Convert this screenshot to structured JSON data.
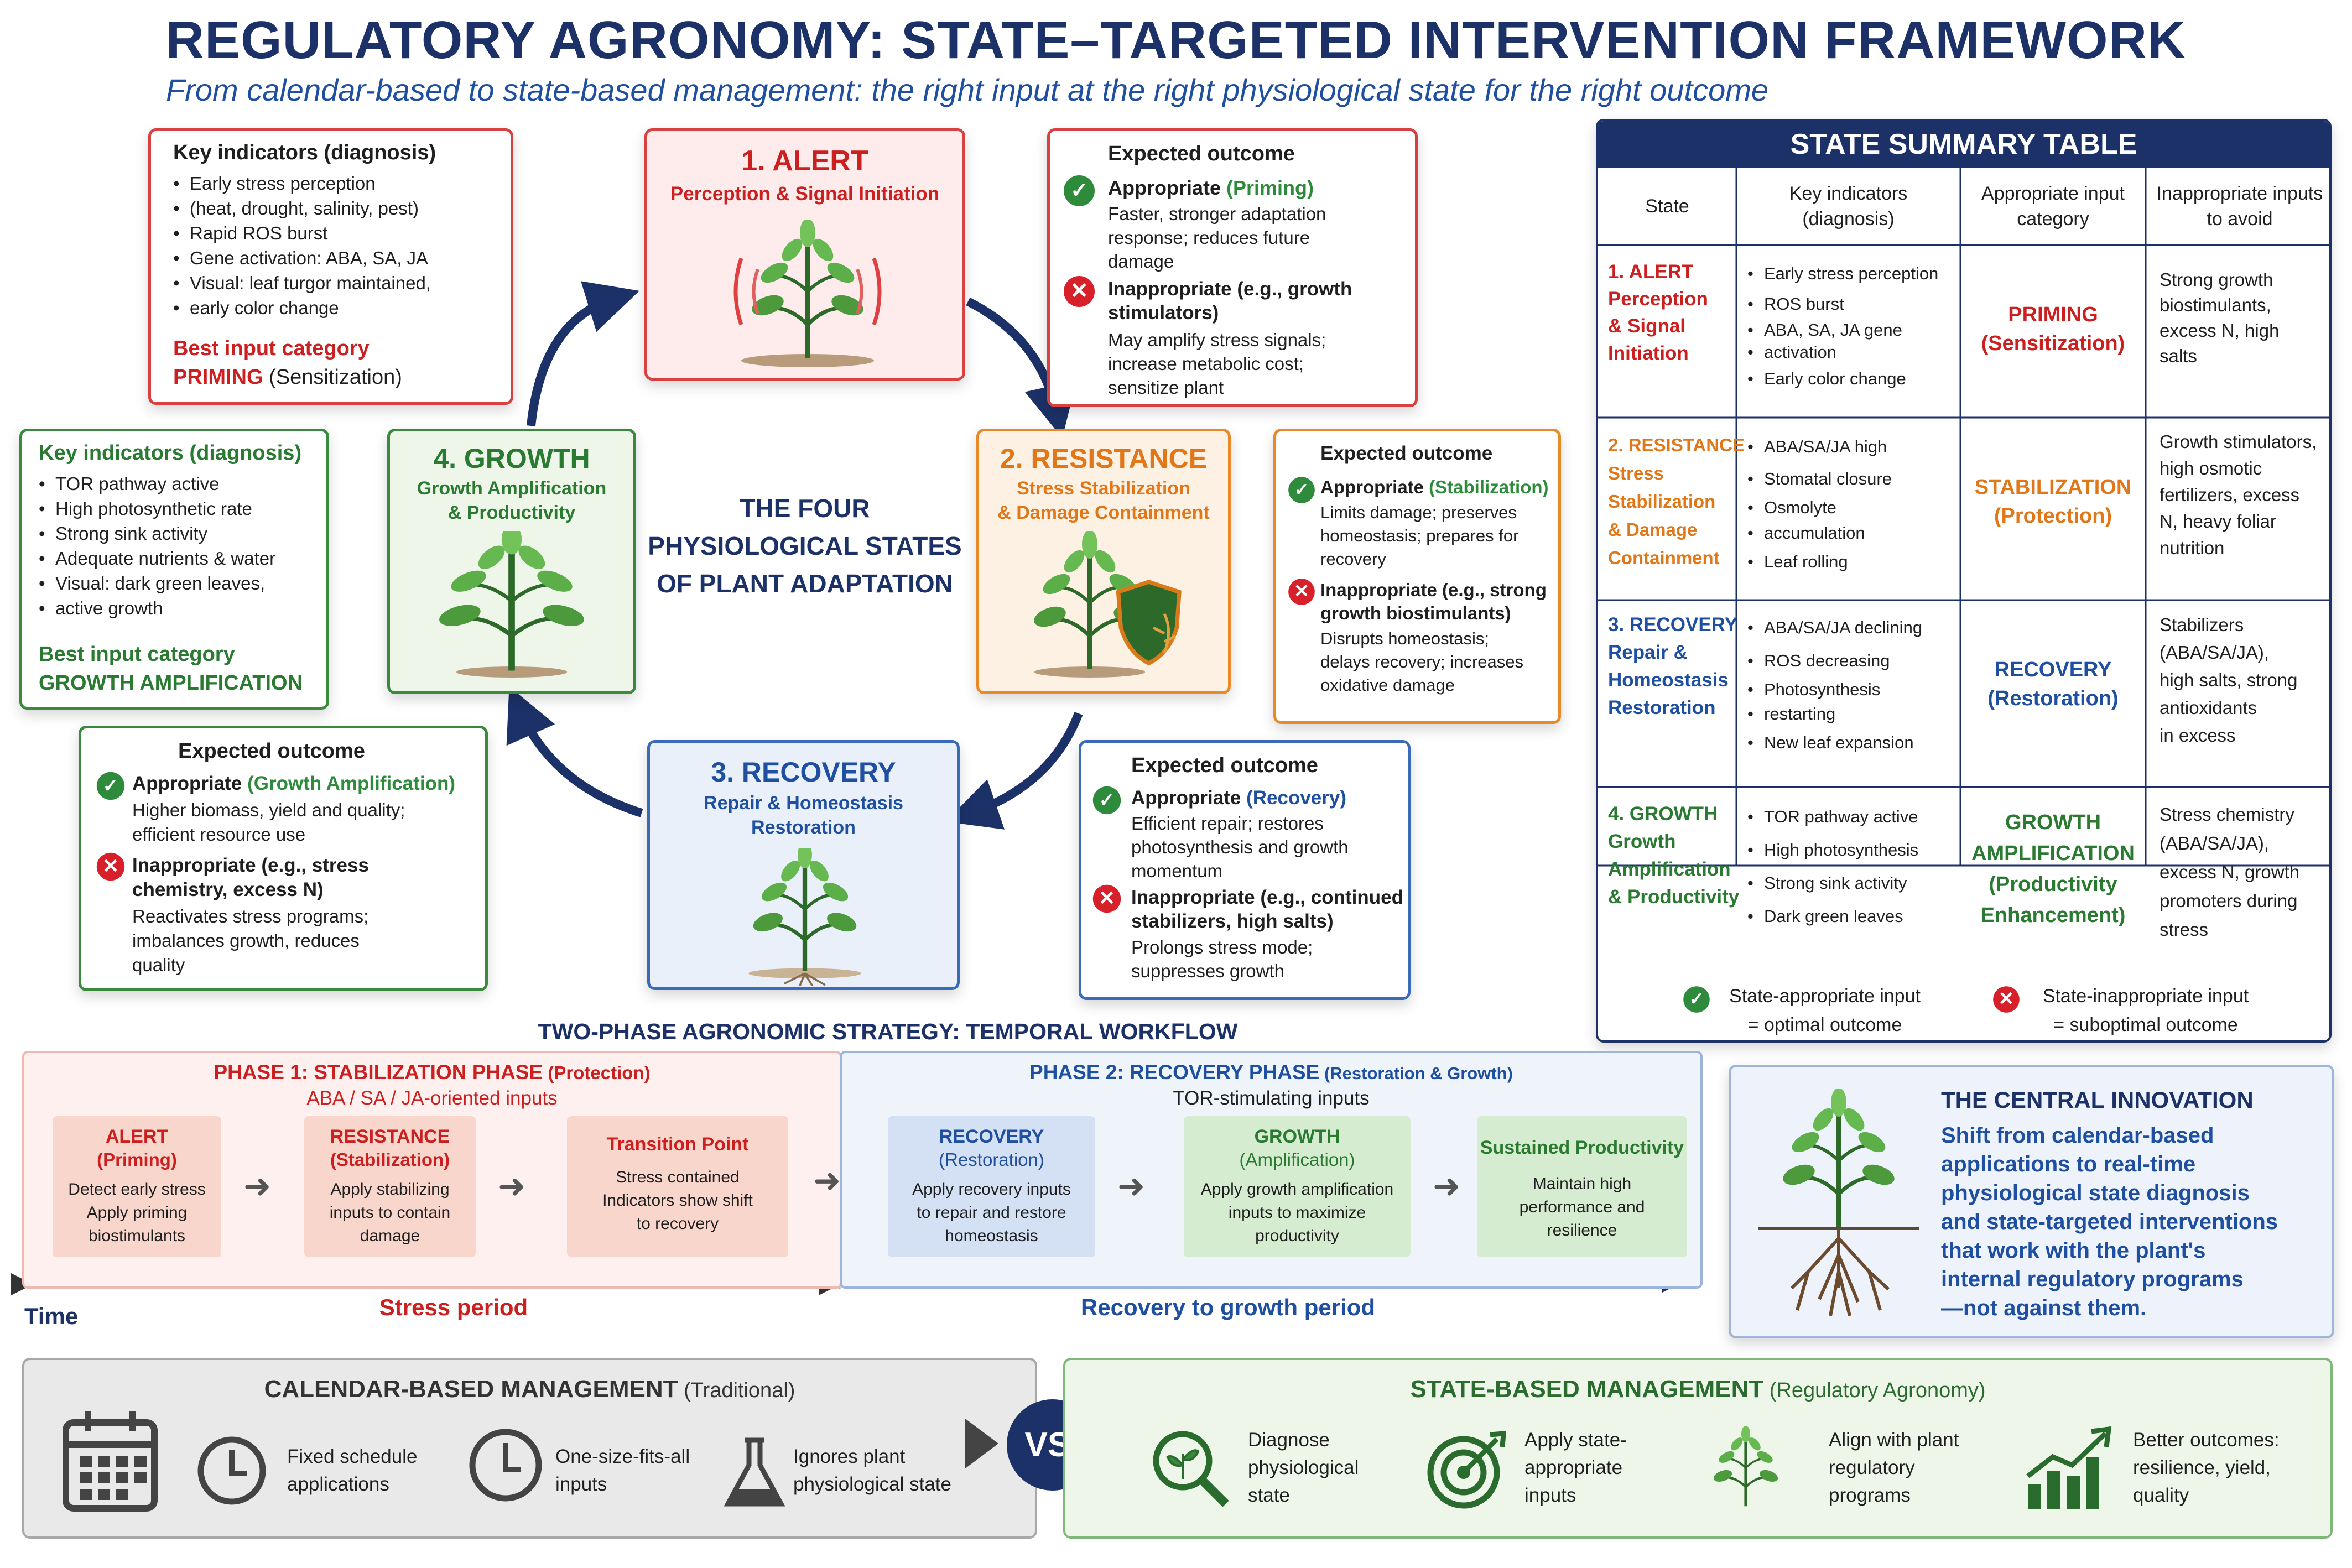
{
  "header": {
    "title": "REGULATORY AGRONOMY: STATE–TARGETED INTERVENTION FRAMEWORK",
    "subtitle": "From calendar-based to state-based management: the right input at the right physiological state for the right outcome"
  },
  "center": {
    "line1": "THE FOUR",
    "line2": "PHYSIOLOGICAL STATES",
    "line3": "OF PLANT ADAPTATION"
  },
  "states": {
    "alert": {
      "title": "1. ALERT",
      "subtitle": "Perception & Signal Initiation",
      "color": "#cc1f1f"
    },
    "resistance": {
      "title": "2. RESISTANCE",
      "sub1": "Stress Stabilization",
      "sub2": "& Damage Containment",
      "color": "#e0781a"
    },
    "recovery": {
      "title": "3. RECOVERY",
      "sub1": "Repair & Homeostasis",
      "sub2": "Restoration",
      "color": "#1f4fa0"
    },
    "growth": {
      "title": "4. GROWTH",
      "sub1": "Growth Amplification",
      "sub2": "& Productivity",
      "color": "#2a7a32"
    }
  },
  "alert_ind": {
    "heading": "Key indicators (diagnosis)",
    "items": [
      "Early stress perception",
      "(heat, drought, salinity, pest)",
      "Rapid ROS burst",
      "Gene activation: ABA, SA, JA",
      "Visual: leaf turgor maintained,",
      "early color change"
    ],
    "best_label": "Best input category",
    "best_value": "PRIMING",
    "best_suffix": " (Sensitization)"
  },
  "growth_ind": {
    "heading": "Key indicators (diagnosis)",
    "items": [
      "TOR pathway active",
      "High photosynthetic rate",
      "Strong sink activity",
      "Adequate nutrients & water",
      "Visual: dark green leaves,",
      "active growth"
    ],
    "best_label": "Best input category",
    "best_value": "GROWTH AMPLIFICATION"
  },
  "alert_out": {
    "heading": "Expected outcome",
    "ok_label": "Appropriate",
    "ok_paren": " (Priming)",
    "ok_text": [
      "Faster, stronger adaptation",
      "response; reduces future",
      "damage"
    ],
    "no_label": "Inappropriate (e.g., growth",
    "no_label2": "stimulators)",
    "no_text": [
      "May amplify stress signals;",
      "increase metabolic cost;",
      "sensitize plant"
    ]
  },
  "resist_out": {
    "heading": "Expected outcome",
    "ok_label": "Appropriate",
    "ok_paren": " (Stabilization)",
    "ok_text": [
      "Limits damage; preserves",
      "homeostasis; prepares for",
      "recovery"
    ],
    "no_label": "Inappropriate (e.g., strong",
    "no_label2": "growth biostimulants)",
    "no_text": [
      "Disrupts homeostasis;",
      "delays recovery; increases",
      "oxidative damage"
    ]
  },
  "recov_out": {
    "heading": "Expected outcome",
    "ok_label": "Appropriate",
    "ok_paren": " (Recovery)",
    "ok_text": [
      "Efficient repair; restores",
      "photosynthesis and growth",
      "momentum"
    ],
    "no_label": "Inappropriate (e.g., continued",
    "no_label2": "stabilizers, high salts)",
    "no_text": [
      "Prolongs stress mode;",
      "suppresses growth"
    ]
  },
  "growth_out": {
    "heading": "Expected outcome",
    "ok_label": "Appropriate",
    "ok_paren": " (Growth Amplification)",
    "ok_text": [
      "Higher biomass, yield and quality;",
      "efficient resource use"
    ],
    "no_label": "Inappropriate (e.g., stress",
    "no_label2": "chemistry, excess N)",
    "no_text": [
      "Reactivates stress programs;",
      "imbalances growth, reduces",
      "quality"
    ]
  },
  "table": {
    "title": "STATE SUMMARY TABLE",
    "headers": [
      [
        "State"
      ],
      [
        "Key indicators",
        "(diagnosis)"
      ],
      [
        "Appropriate input",
        "category"
      ],
      [
        "Inappropriate inputs",
        "to avoid"
      ]
    ],
    "rows": [
      {
        "head": "1. ALERT",
        "sub": [
          "Perception",
          "& Signal",
          "Initiation"
        ],
        "ind": [
          "Early stress perception",
          "ROS burst",
          "ABA, SA, JA gene",
          "activation",
          "Early color change"
        ],
        "cat": [
          "PRIMING",
          "(Sensitization)"
        ],
        "avoid": [
          "Strong growth",
          "biostimulants,",
          "excess N, high",
          "salts"
        ],
        "color": "#cc1f1f"
      },
      {
        "head": "2. RESISTANCE",
        "sub": [
          "Stress",
          "Stabilization",
          "& Damage",
          "Containment"
        ],
        "ind": [
          "ABA/SA/JA high",
          "Stomatal closure",
          "Osmolyte",
          "accumulation",
          "Leaf rolling"
        ],
        "cat": [
          "STABILIZATION",
          "(Protection)"
        ],
        "avoid": [
          "Growth stimulators,",
          "high osmotic",
          "fertilizers, excess",
          "N, heavy foliar",
          "nutrition"
        ],
        "color": "#e0781a"
      },
      {
        "head": "3. RECOVERY",
        "sub": [
          "Repair &",
          "Homeostasis",
          "Restoration"
        ],
        "ind": [
          "ABA/SA/JA declining",
          "ROS decreasing",
          "Photosynthesis",
          "restarting",
          "New leaf expansion"
        ],
        "cat": [
          "RECOVERY",
          "(Restoration)"
        ],
        "avoid": [
          "Stabilizers",
          "(ABA/SA/JA),",
          "high salts, strong",
          "antioxidants",
          "in excess"
        ],
        "color": "#1f4fa0"
      },
      {
        "head": "4. GROWTH",
        "sub": [
          "Growth",
          "Amplification",
          "& Productivity"
        ],
        "ind": [
          "TOR pathway active",
          "High photosynthesis",
          "Strong sink activity",
          "Dark green leaves"
        ],
        "cat": [
          "GROWTH",
          "AMPLIFICATION",
          "(Productivity",
          "Enhancement)"
        ],
        "avoid": [
          "Stress chemistry",
          "(ABA/SA/JA),",
          "excess N, growth",
          "promoters during",
          "stress"
        ],
        "color": "#2a7a32"
      }
    ],
    "legend_ok": [
      "State-appropriate input",
      "= optimal outcome"
    ],
    "legend_no": [
      "State-inappropriate input",
      "= suboptimal outcome"
    ]
  },
  "workflow": {
    "title": "TWO-PHASE AGRONOMIC STRATEGY: TEMPORAL WORKFLOW",
    "phase1_title": "PHASE 1: STABILIZATION PHASE",
    "phase1_paren": " (Protection)",
    "phase1_sub": "ABA / SA / JA-oriented inputs",
    "phase2_title": "PHASE 2: RECOVERY PHASE",
    "phase2_paren": " (Restoration & Growth)",
    "phase2_sub": "TOR-stimulating inputs",
    "steps": [
      {
        "t1": "ALERT",
        "t2": "(Priming)",
        "body": [
          "Detect early stress",
          "Apply priming",
          "biostimulants"
        ]
      },
      {
        "t1": "RESISTANCE",
        "t2": "(Stabilization)",
        "body": [
          "Apply stabilizing",
          "inputs to contain",
          "damage"
        ]
      },
      {
        "t1": "Transition Point",
        "t2": "",
        "body": [
          "Stress contained",
          "Indicators show shift",
          "to recovery"
        ]
      },
      {
        "t1": "RECOVERY",
        "t2": "(Restoration)",
        "body": [
          "Apply recovery inputs",
          "to repair and restore",
          "homeostasis"
        ]
      },
      {
        "t1": "GROWTH",
        "t2": "(Amplification)",
        "body": [
          "Apply growth amplification",
          "inputs to maximize",
          "productivity"
        ]
      },
      {
        "t1": "Sustained Productivity",
        "t2": "",
        "body": [
          "Maintain high",
          "performance and",
          "resilience"
        ]
      }
    ],
    "time": "Time",
    "stress_period": "Stress period",
    "growth_period": "Recovery to growth period"
  },
  "innovation": {
    "title": "THE CENTRAL INNOVATION",
    "lines": [
      "Shift from calendar-based",
      "applications to real-time",
      "physiological state diagnosis",
      "and state-targeted interventions",
      "that work with the plant's",
      "internal regulatory programs",
      "—not against them."
    ]
  },
  "calendar": {
    "title": "CALENDAR-BASED MANAGEMENT",
    "paren": " (Traditional)",
    "items": [
      [
        "Fixed schedule",
        "applications"
      ],
      [
        "One-size-fits-all",
        "inputs"
      ],
      [
        "Ignores plant",
        "physiological state"
      ]
    ]
  },
  "vs": "VS.",
  "statebased": {
    "title": "STATE-BASED MANAGEMENT",
    "paren": " (Regulatory Agronomy)",
    "items": [
      [
        "Diagnose",
        "physiological",
        "state"
      ],
      [
        "Apply state-",
        "appropriate",
        "inputs"
      ],
      [
        "Align with plant",
        "regulatory",
        "programs"
      ],
      [
        "Better outcomes:",
        "resilience, yield,",
        "quality"
      ]
    ]
  }
}
